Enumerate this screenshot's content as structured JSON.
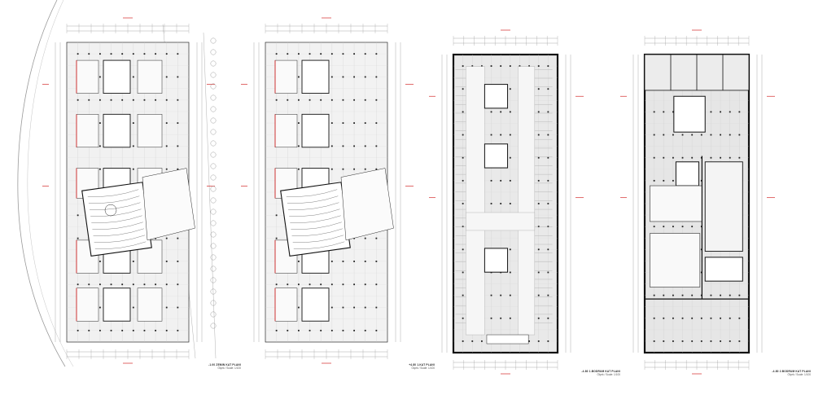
{
  "plans": [
    {
      "title": "-1.00 ZEMIN KAT PLANI",
      "scale": "Ölçek / Scale: 1/100",
      "fill": "#f1f1f1",
      "frame": "light",
      "kind": "ground"
    },
    {
      "title": "+4.80 1.KAT PLANI",
      "scale": "Ölçek / Scale: 1/100",
      "fill": "#f2f2f2",
      "frame": "light",
      "kind": "upper"
    },
    {
      "title": "-4.80 1.BODRUM KAT PLANI",
      "scale": "Ölçek / Scale: 1/100",
      "fill": "#e9e9e9",
      "frame": "heavy",
      "kind": "parking"
    },
    {
      "title": "-4.80 2.BODRUM KAT PLANI",
      "scale": "Ölçek / Scale: 1/100",
      "fill": "#e6e6e6",
      "frame": "heavy",
      "kind": "services"
    }
  ],
  "colors": {
    "line": "#2a2a2a",
    "thin": "#8a8a8a",
    "accent_red": "#d42a2a",
    "wall": "#111111"
  }
}
